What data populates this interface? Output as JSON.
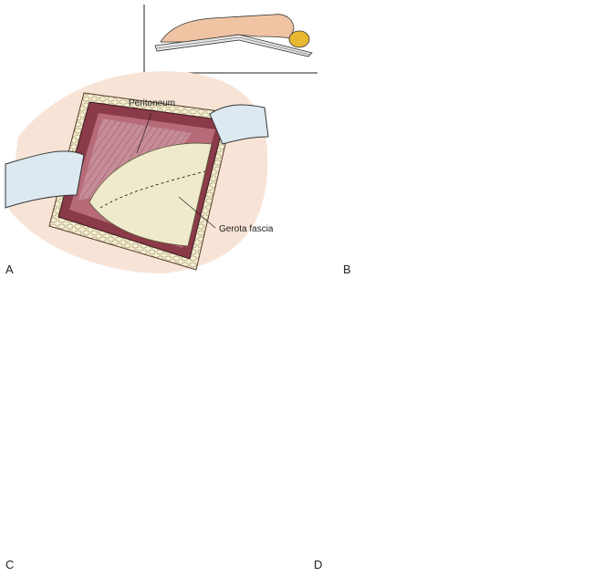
{
  "labels": {
    "peritoneum": "Peritoneum",
    "gerota_fascia": "Gerota fascia"
  },
  "panels": [
    {
      "letter": "A"
    },
    {
      "letter": "B"
    },
    {
      "letter": "C"
    },
    {
      "letter": "D"
    }
  ],
  "colors": {
    "skin": "#f1c9ad",
    "muscle": "#8a3a48",
    "fat": "#f3eccf",
    "kidney": "#7a2436",
    "fascia": "#eeeacb",
    "glove": "#dceaf0",
    "retractor": "#dce9f0",
    "artery": "#c8453b",
    "vein": "#3d5fa8",
    "pillow": "#e8b830"
  }
}
